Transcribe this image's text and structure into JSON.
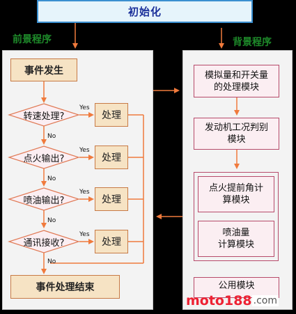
{
  "init": {
    "label": "初始化"
  },
  "foreground": {
    "label": "前景程序"
  },
  "background": {
    "label": "背景程序"
  },
  "left": {
    "event_occur": "事件发生",
    "decisions": [
      {
        "question": "转速处理?",
        "yes": "Yes",
        "no": "No",
        "action": "处理"
      },
      {
        "question": "点火输出?",
        "yes": "Yes",
        "no": "No",
        "action": "处理"
      },
      {
        "question": "喷油输出?",
        "yes": "Yes",
        "no": "No",
        "action": "处理"
      },
      {
        "question": "通讯接收?",
        "yes": "Yes",
        "no": "No",
        "action": "处理"
      }
    ],
    "event_end": "事件处理结束"
  },
  "right": {
    "modules": [
      {
        "line1": "模拟量和开关量",
        "line2": "的处理模块"
      },
      {
        "line1": "发动机工况判别",
        "line2": "模块"
      },
      {
        "line1": "点火提前角计",
        "line2": "算模块"
      },
      {
        "line1": "喷油量",
        "line2": "计算模块"
      }
    ],
    "common_module": "公用模块"
  },
  "watermark": {
    "text": "moto188",
    "suffix": ".com"
  },
  "colors": {
    "arrow": "#f07a3c",
    "diamond_fill": "#fbeef2",
    "diamond_stroke": "#e07a55"
  }
}
